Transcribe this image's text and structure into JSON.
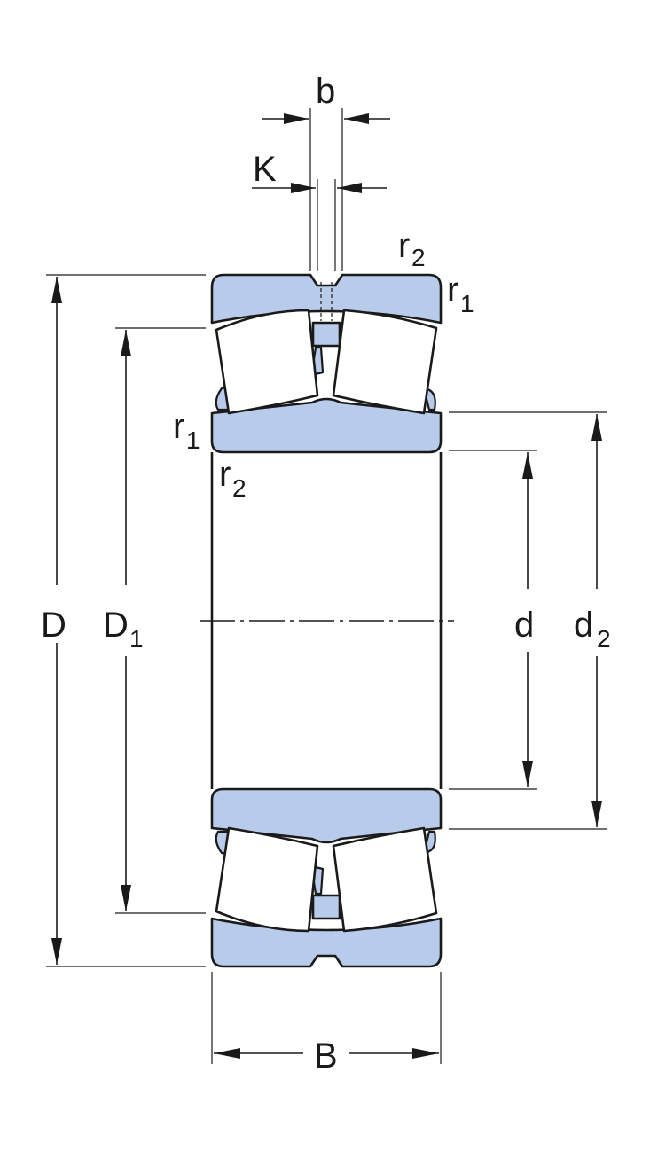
{
  "diagram": {
    "labels": {
      "b": "b",
      "K": "K",
      "D": "D",
      "D1_main": "D",
      "D1_sub": "1",
      "d": "d",
      "d2_main": "d",
      "d2_sub": "2",
      "B": "B",
      "r1_main": "r",
      "r1_sub": "1",
      "r2_main": "r",
      "r2_sub": "2"
    },
    "colors": {
      "component_fill": "#b8cbea",
      "line": "#1a1a1a",
      "roller_fill": "#ffffff"
    }
  }
}
